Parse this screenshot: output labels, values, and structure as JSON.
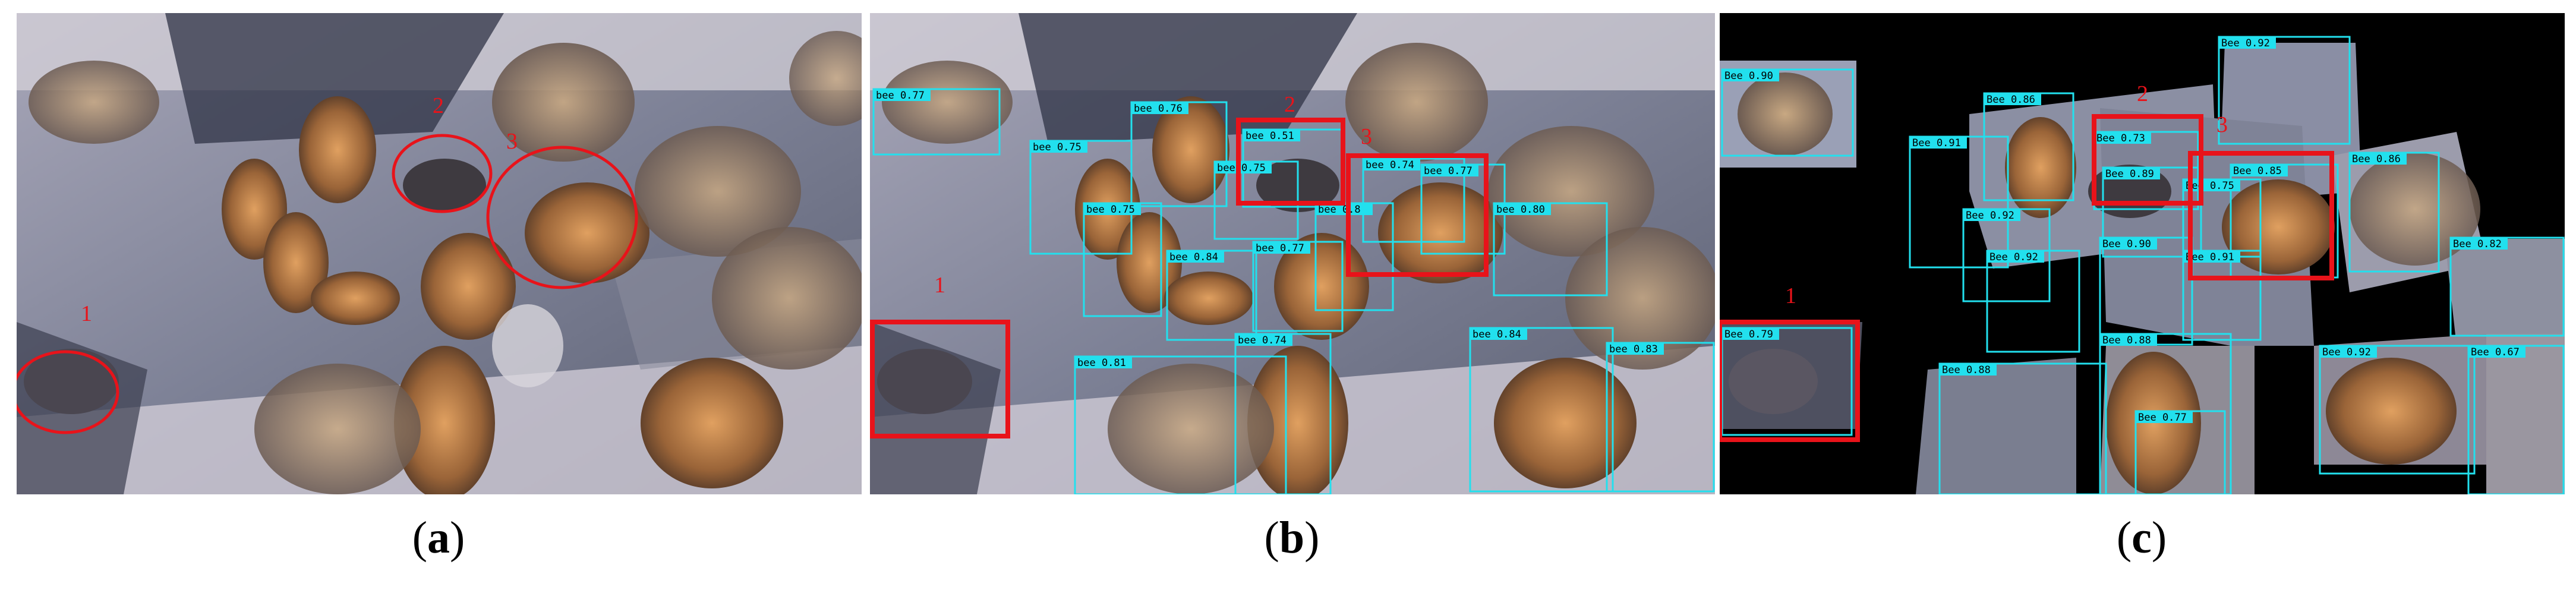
{
  "colors": {
    "detection_box": "#22e0ee",
    "highlight": "#e8131a",
    "background_c": "#000000",
    "wood": "#7b7f92",
    "shadow": "#2d3142"
  },
  "panels": [
    {
      "caption": {
        "open": "(",
        "letter": "a",
        "close": ")"
      },
      "markers": [
        "1",
        "2",
        "3"
      ],
      "boxes": []
    },
    {
      "caption": {
        "open": "(",
        "letter": "b",
        "close": ")"
      },
      "markers": [
        "1",
        "2",
        "3"
      ],
      "boxes": [
        "bee 0.77",
        "bee 0.75",
        "bee 0.76",
        "bee 0.75",
        "bee 0.51",
        "bee 0.74",
        "bee 0.77",
        "bee 0.75",
        "bee 0.8",
        "bee 0.84",
        "bee 0.77",
        "bee 0.80",
        "bee 0.74",
        "bee 0.81",
        "bee 0.84",
        "bee 0.83"
      ]
    },
    {
      "caption": {
        "open": "(",
        "letter": "c",
        "close": ")"
      },
      "markers": [
        "1",
        "2",
        "3"
      ],
      "boxes": [
        "Bee 0.90",
        "Bee 0.86",
        "Bee 0.92",
        "Bee 0.91",
        "Bee 0.73",
        "Bee 0.92",
        "Bee 0.89",
        "Bee 0.85",
        "Bee 0.75",
        "Bee 0.86",
        "Bee 0.92",
        "Bee 0.90",
        "Bee 0.91",
        "Bee 0.82",
        "Bee 0.79",
        "Bee 0.88",
        "Bee 0.88",
        "Bee 0.92",
        "Bee 0.67",
        "Bee 0.77"
      ]
    }
  ]
}
